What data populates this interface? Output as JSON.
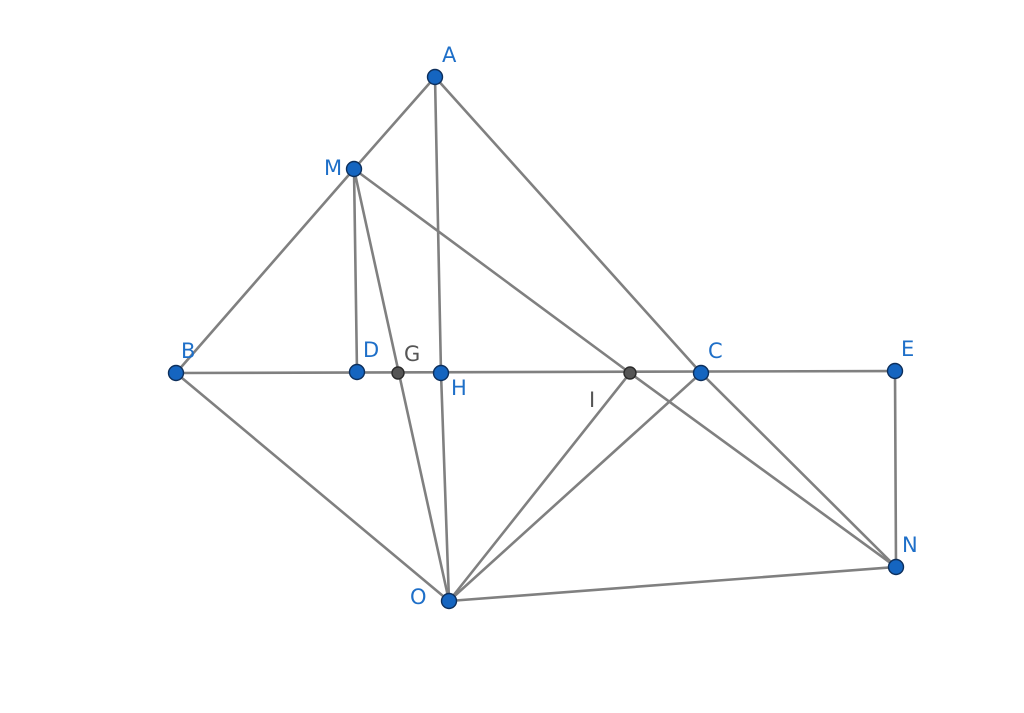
{
  "diagram": {
    "points": [
      {
        "id": "A",
        "label": "A",
        "kind": "free"
      },
      {
        "id": "M",
        "label": "M",
        "kind": "free"
      },
      {
        "id": "B",
        "label": "B",
        "kind": "free"
      },
      {
        "id": "D",
        "label": "D",
        "kind": "free"
      },
      {
        "id": "G",
        "label": "G",
        "kind": "dependent"
      },
      {
        "id": "H",
        "label": "H",
        "kind": "free"
      },
      {
        "id": "I",
        "label": "I",
        "kind": "dependent"
      },
      {
        "id": "C",
        "label": "C",
        "kind": "free"
      },
      {
        "id": "E",
        "label": "E",
        "kind": "free"
      },
      {
        "id": "N",
        "label": "N",
        "kind": "free"
      },
      {
        "id": "O",
        "label": "O",
        "kind": "free"
      }
    ],
    "segments": [
      [
        "A",
        "M"
      ],
      [
        "A",
        "H"
      ],
      [
        "A",
        "C"
      ],
      [
        "M",
        "B"
      ],
      [
        "M",
        "D"
      ],
      [
        "M",
        "O"
      ],
      [
        "M",
        "I"
      ],
      [
        "B",
        "E"
      ],
      [
        "B",
        "O"
      ],
      [
        "H",
        "O"
      ],
      [
        "I",
        "O"
      ],
      [
        "I",
        "N"
      ],
      [
        "C",
        "O"
      ],
      [
        "C",
        "N"
      ],
      [
        "E",
        "N"
      ],
      [
        "O",
        "N"
      ]
    ],
    "colors": {
      "free_point": "#1565c0",
      "dependent_point": "#555555",
      "segment": "#808080",
      "free_label": "#1e6fc8",
      "dependent_label": "#555555"
    }
  }
}
